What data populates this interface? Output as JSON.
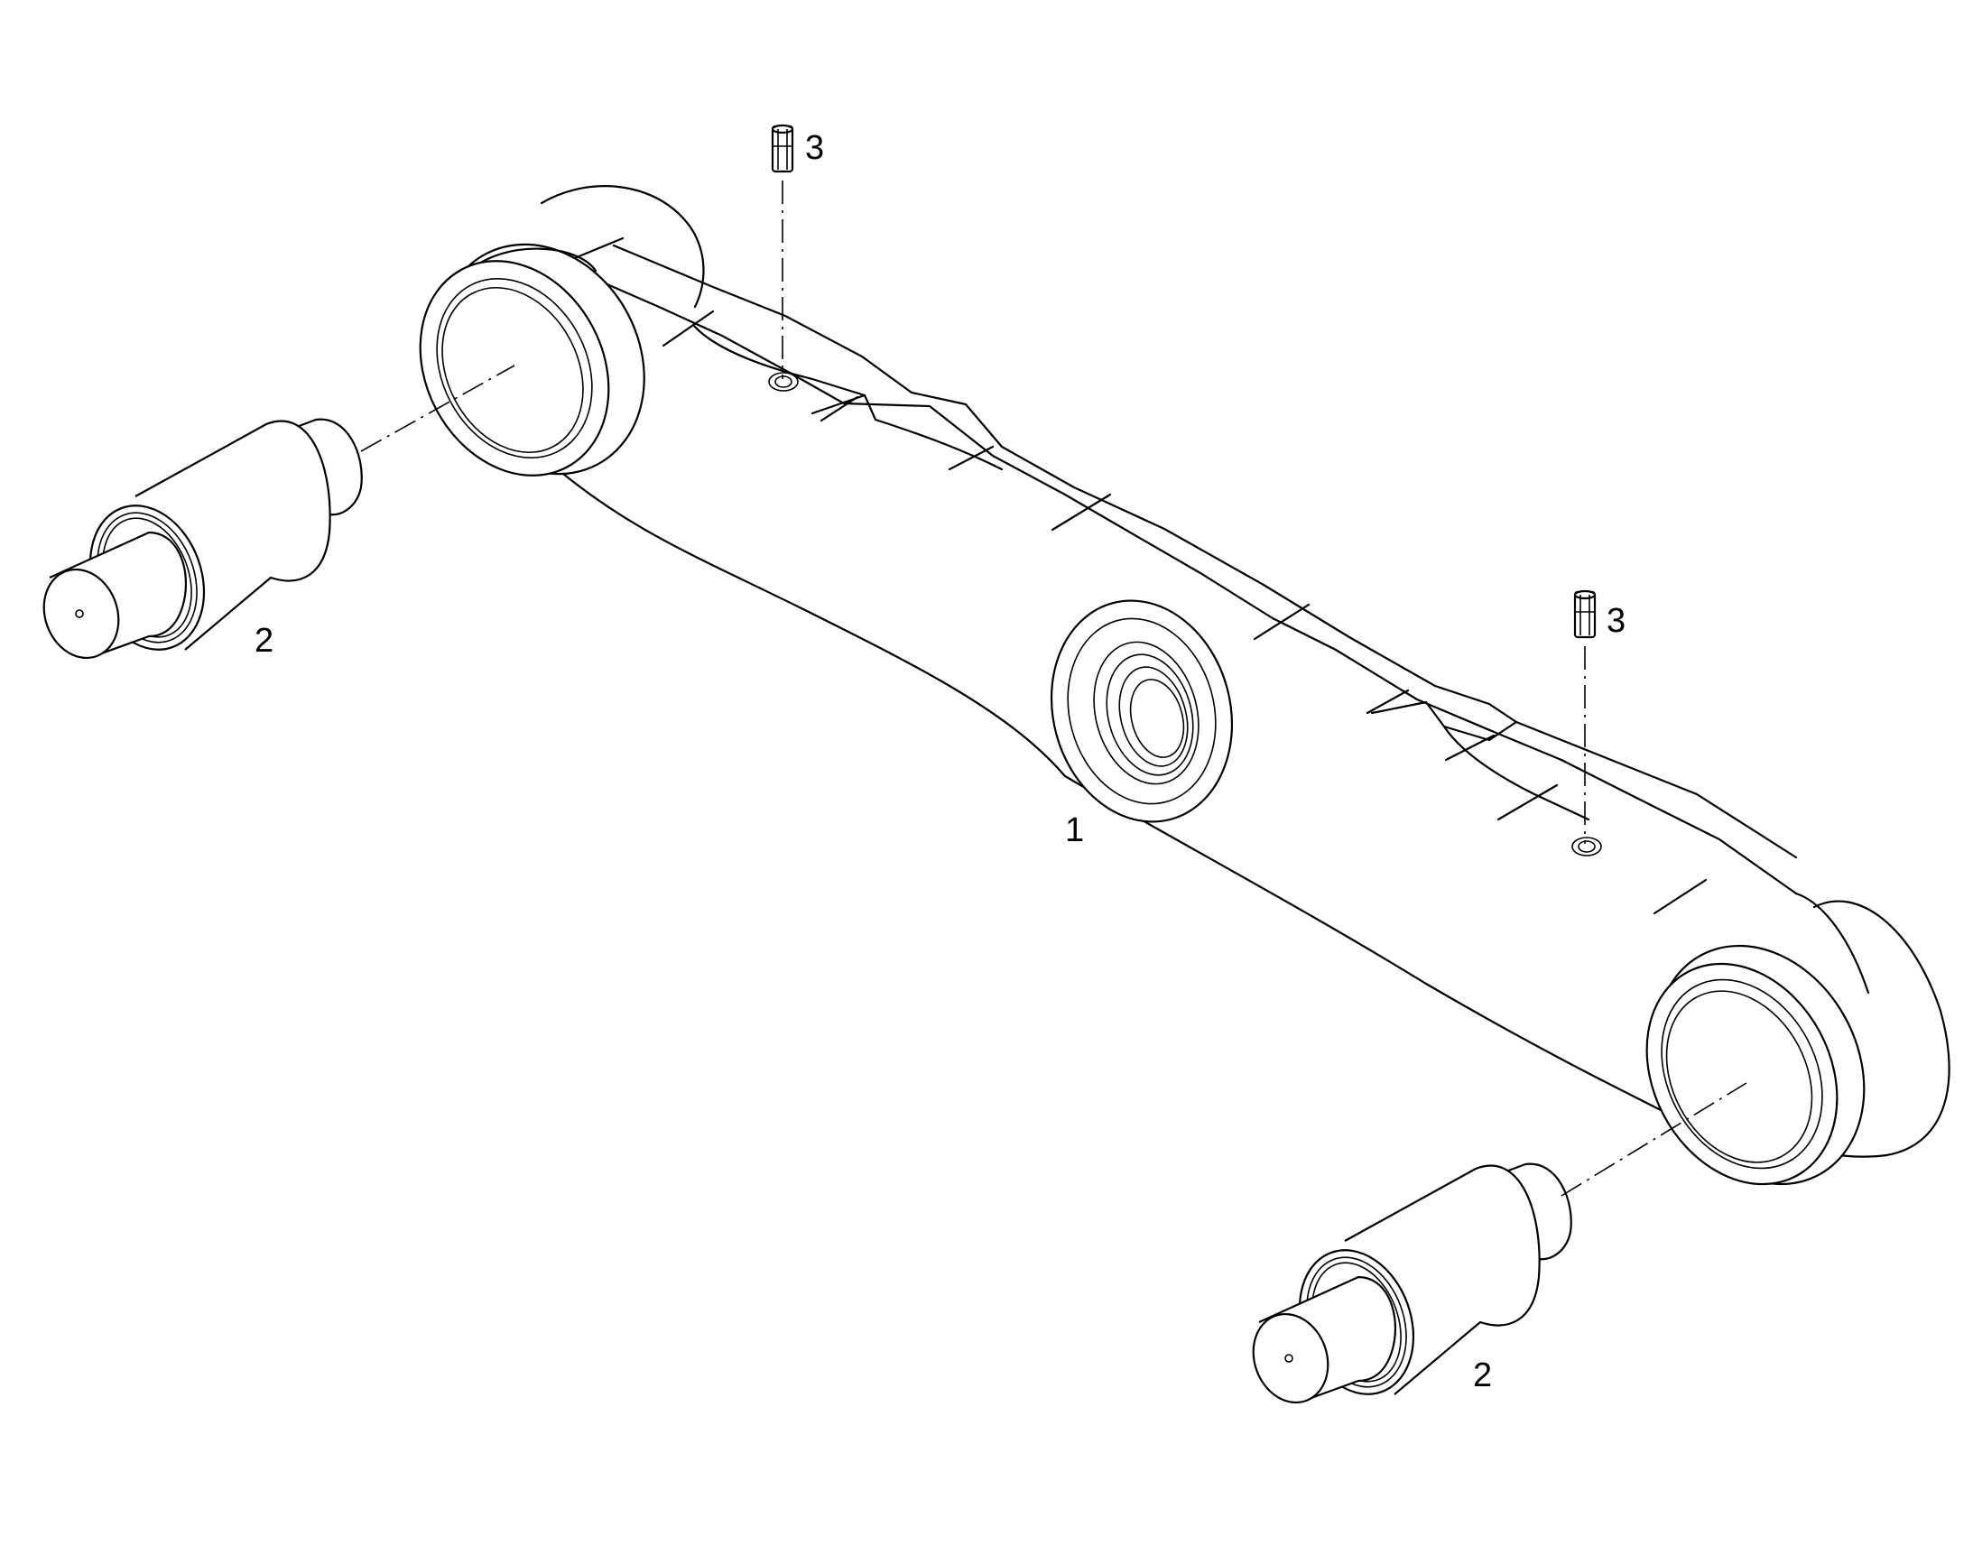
{
  "callouts": {
    "part_1": "1",
    "part_2_left": "2",
    "part_2_right": "2",
    "part_3_left": "3",
    "part_3_right": "3"
  },
  "colors": {
    "line": "#000000",
    "background": "#ffffff"
  }
}
